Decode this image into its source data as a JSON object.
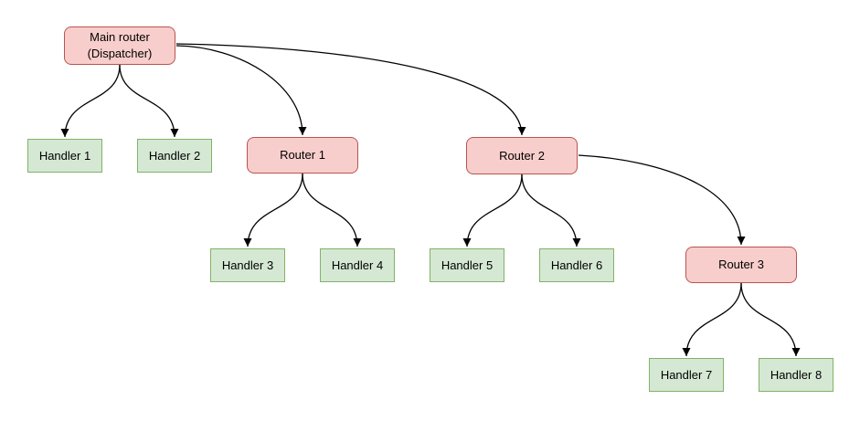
{
  "diagram": {
    "type": "flowchart-tree",
    "nodes": {
      "main": {
        "label": "Main router\n(Dispatcher)",
        "type": "router"
      },
      "router1": {
        "label": "Router 1",
        "type": "router"
      },
      "router2": {
        "label": "Router 2",
        "type": "router"
      },
      "router3": {
        "label": "Router 3",
        "type": "router"
      },
      "handler1": {
        "label": "Handler 1",
        "type": "handler"
      },
      "handler2": {
        "label": "Handler 2",
        "type": "handler"
      },
      "handler3": {
        "label": "Handler 3",
        "type": "handler"
      },
      "handler4": {
        "label": "Handler 4",
        "type": "handler"
      },
      "handler5": {
        "label": "Handler 5",
        "type": "handler"
      },
      "handler6": {
        "label": "Handler 6",
        "type": "handler"
      },
      "handler7": {
        "label": "Handler 7",
        "type": "handler"
      },
      "handler8": {
        "label": "Handler 8",
        "type": "handler"
      }
    },
    "edges": [
      {
        "from": "Main router (Dispatcher)",
        "to": "Handler 1"
      },
      {
        "from": "Main router (Dispatcher)",
        "to": "Handler 2"
      },
      {
        "from": "Main router (Dispatcher)",
        "to": "Router 1"
      },
      {
        "from": "Main router (Dispatcher)",
        "to": "Router 2"
      },
      {
        "from": "Router 1",
        "to": "Handler 3"
      },
      {
        "from": "Router 1",
        "to": "Handler 4"
      },
      {
        "from": "Router 2",
        "to": "Handler 5"
      },
      {
        "from": "Router 2",
        "to": "Handler 6"
      },
      {
        "from": "Router 2",
        "to": "Router 3"
      },
      {
        "from": "Router 3",
        "to": "Handler 7"
      },
      {
        "from": "Router 3",
        "to": "Handler 8"
      }
    ]
  },
  "colors": {
    "router_fill": "#f8cecc",
    "router_border": "#b85450",
    "handler_fill": "#d5e8d4",
    "handler_border": "#82b366",
    "edge_color": "#000000",
    "text_color": "#000000",
    "background": "#ffffff"
  }
}
